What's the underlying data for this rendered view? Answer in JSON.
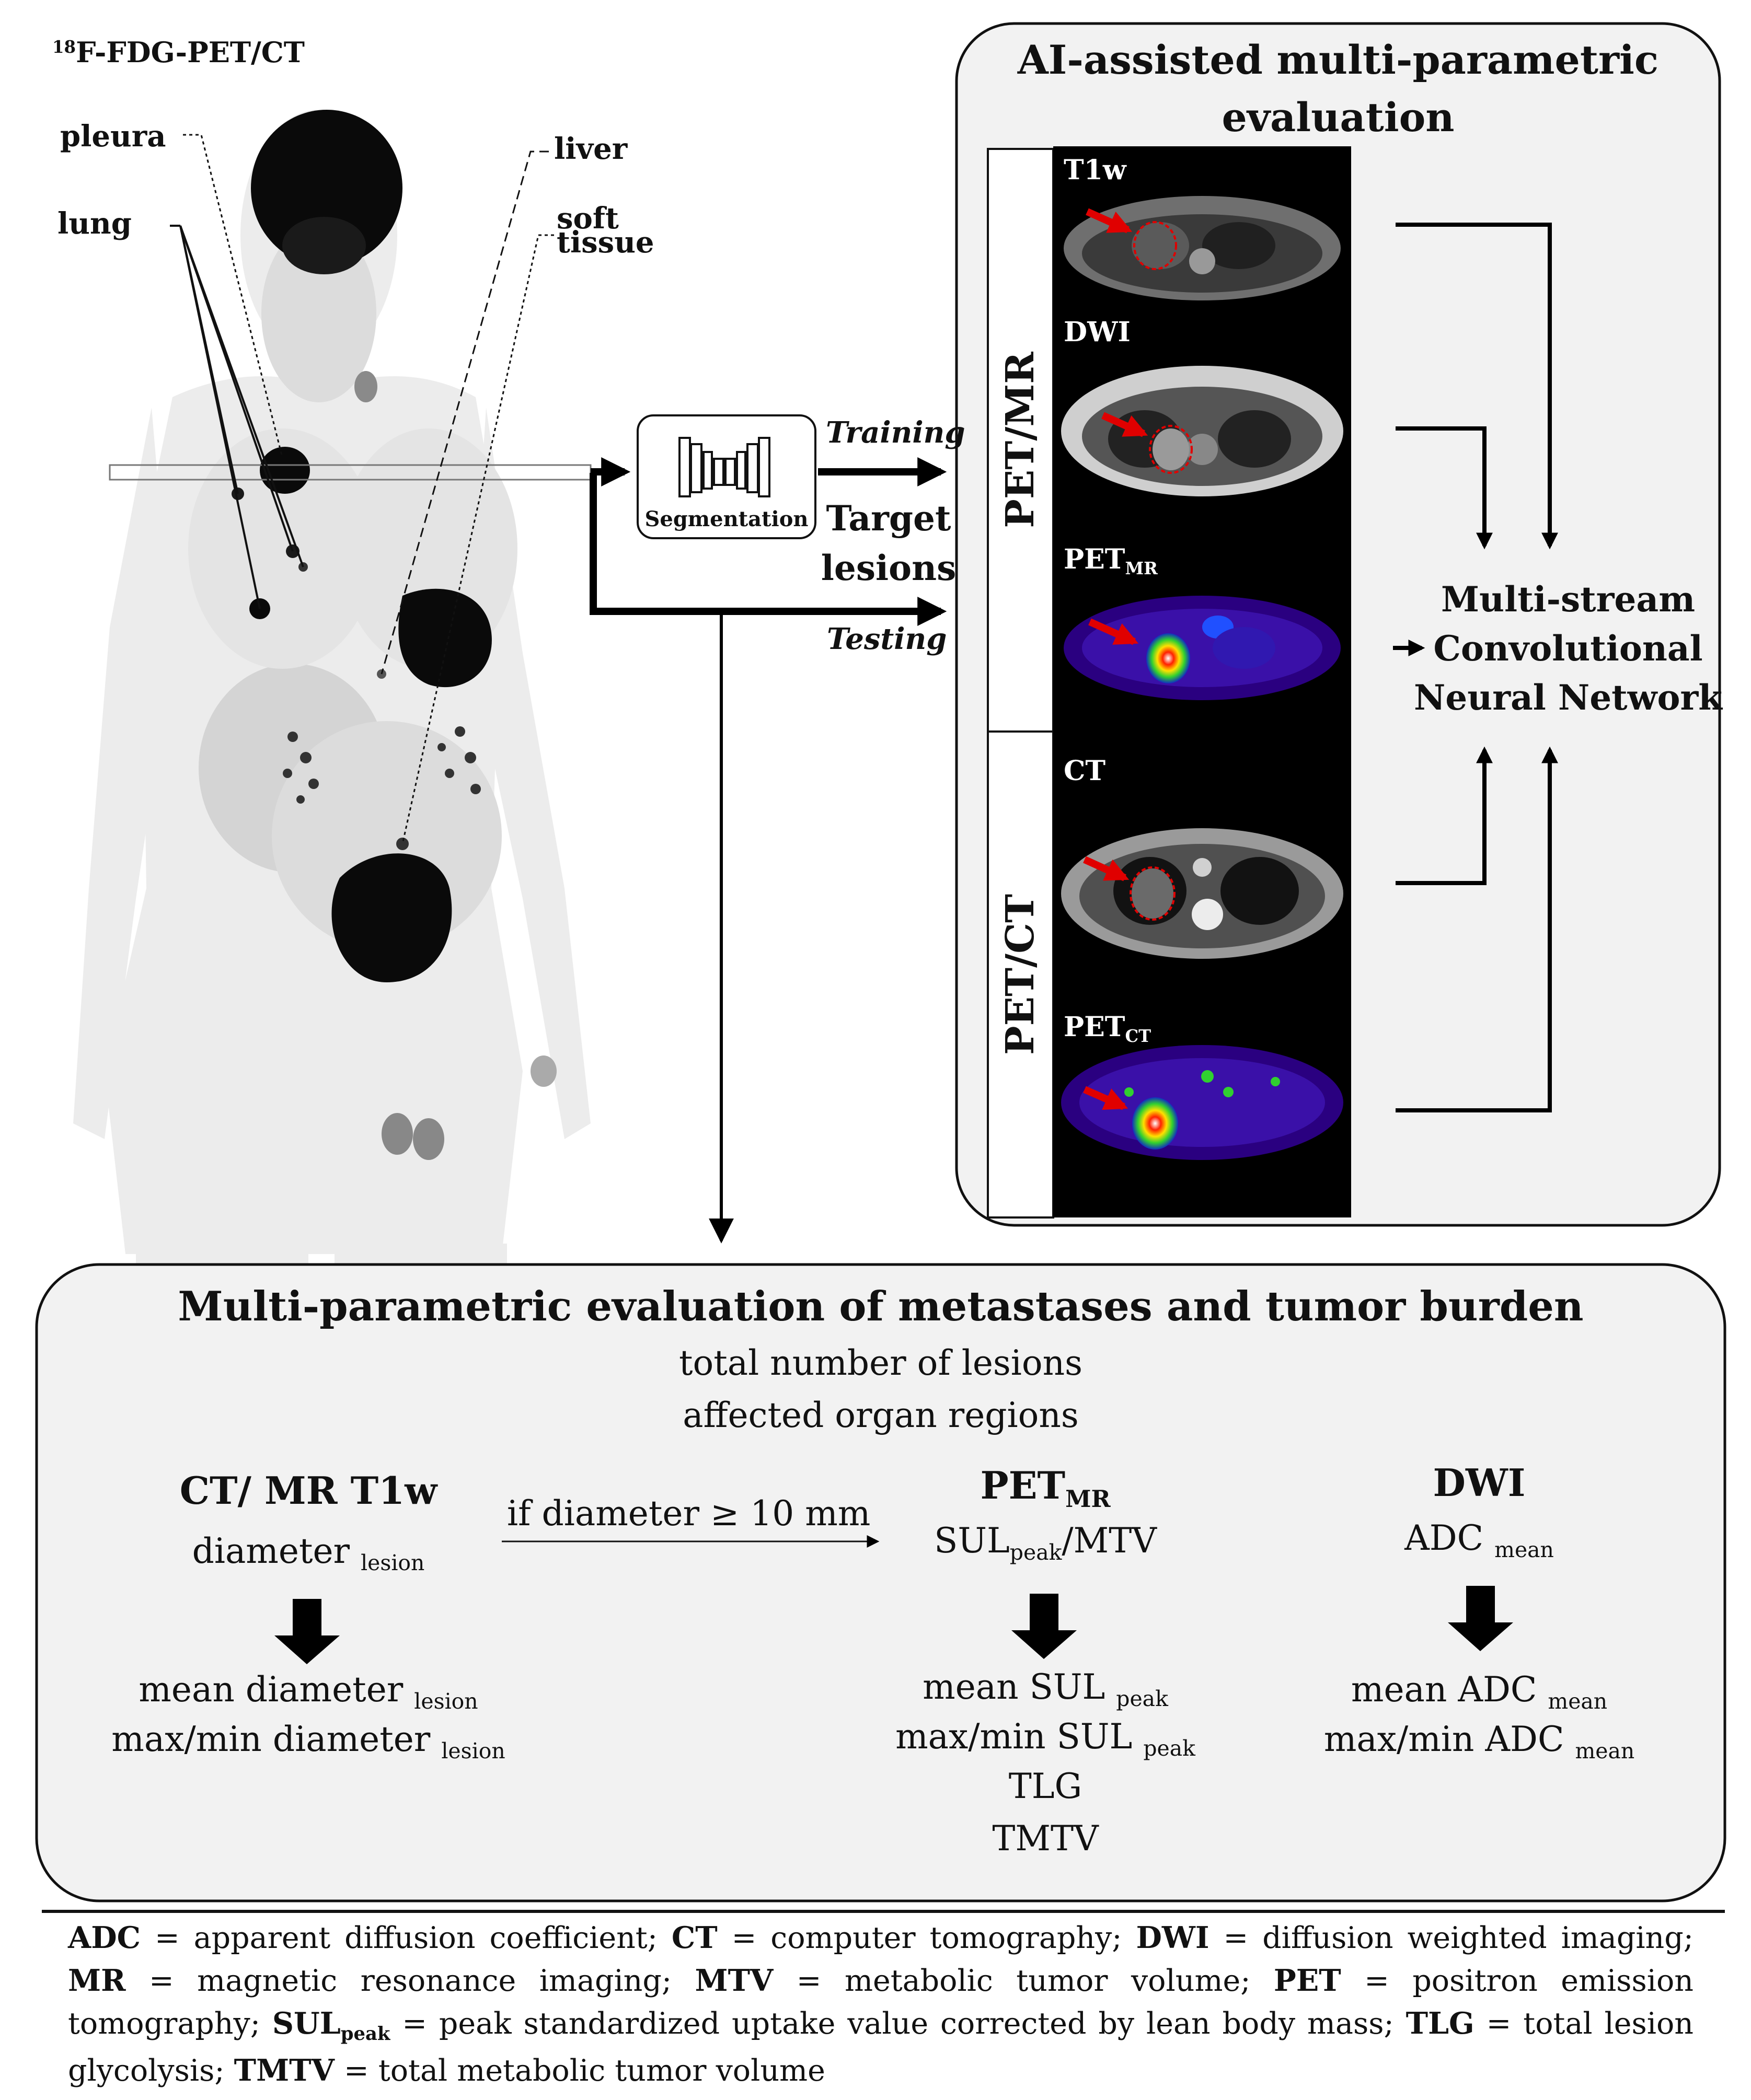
{
  "petct_title": {
    "sup": "18",
    "main": "F-FDG-PET/CT"
  },
  "body_labels": {
    "pleura": "pleura",
    "lung": "lung",
    "liver": "liver",
    "soft": "soft",
    "tissue": "tissue"
  },
  "segmentation_label": "Segmentation",
  "arrows": {
    "training": "Training",
    "testing": "Testing",
    "target1": "Target",
    "target2": "lesions"
  },
  "ai_box": {
    "title1": "AI-assisted multi-parametric",
    "title2": "evaluation"
  },
  "modality_groups": {
    "petmr": "PET/MR",
    "petct": "PET/CT"
  },
  "panels": {
    "t1w": "T1w",
    "dwi": "DWI",
    "petmr": {
      "main": "PET",
      "sub": "MR"
    },
    "ct": "CT",
    "petct": {
      "main": "PET",
      "sub": "CT"
    }
  },
  "cnn": {
    "line1": "Multi-stream",
    "line2": "Convolutional",
    "line3": "Neural Network"
  },
  "bottom": {
    "title": "Multi-parametric evaluation of metastases and tumor burden",
    "line1": "total number of lesions",
    "line2": "affected organ regions",
    "col1": {
      "head": "CT/ MR T1w",
      "diam_main": "diameter",
      "diam_sub": "lesion",
      "mean_main": "mean diameter",
      "mean_sub": "lesion",
      "maxmin_main": "max/min diameter",
      "maxmin_sub": "lesion"
    },
    "condition": "if diameter ≥ 10 mm",
    "col2": {
      "head_main": "PET",
      "head_sub": "MR",
      "sul_main": "SUL",
      "sul_sub": "peak",
      "sul_tail": "/MTV",
      "mean_main": "mean SUL",
      "mean_sub": "peak",
      "maxmin_main": "max/min SUL",
      "maxmin_sub": "peak",
      "tlg": "TLG",
      "tmtv": "TMTV"
    },
    "col3": {
      "head": "DWI",
      "adc_main": "ADC",
      "adc_sub": "mean",
      "mean_main": "mean ADC",
      "mean_sub": "mean",
      "maxmin_main": "max/min ADC",
      "maxmin_sub": "mean"
    }
  },
  "legend": {
    "adc_t": "ADC",
    "adc_d": "= apparent diffusion coefficient;",
    "ct_t": "CT",
    "ct_d": "= computer tomography;",
    "dwi_t": "DWI",
    "dwi_d": "= diffusion weighted imaging;",
    "mr_t": "MR",
    "mr_d": "= magnetic resonance imaging;",
    "mtv_t": "MTV",
    "mtv_d": "= metabolic tumor volume;",
    "pet_t": "PET",
    "pet_d": "= positron emission tomography;",
    "sul_t": "SUL",
    "sul_s": "peak",
    "sul_d": "= peak standardized uptake value corrected by lean body mass;",
    "tlg_t": "TLG",
    "tlg_d": "= total lesion glycolysis;",
    "tmtv_t": "TMTV",
    "tmtv_d": "= total metabolic tumor volume"
  }
}
